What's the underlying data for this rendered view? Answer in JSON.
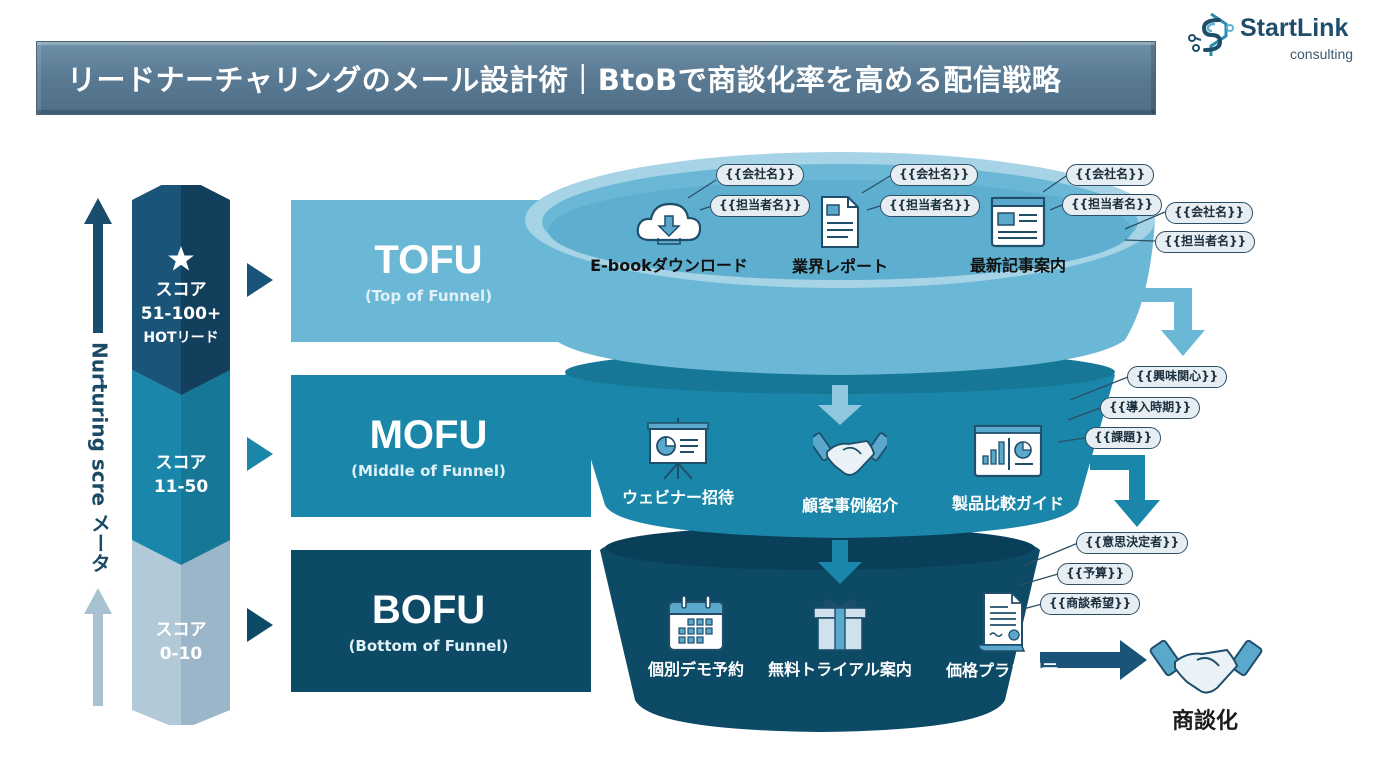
{
  "title": "リードナーチャリングのメール設計術｜BtoBで商談化率を高める配信戦略",
  "logo": {
    "name": "StartLink",
    "subtitle": "consulting",
    "icon": "circuit-s-logo-icon"
  },
  "score_meter": {
    "label": "Nurturing scre メータ",
    "levels": [
      {
        "icon": "star-icon",
        "line1": "スコア",
        "line2": "51-100+",
        "line3": "HOTリード",
        "color": "#1a4d6b"
      },
      {
        "line1": "スコア",
        "line2": "11-50",
        "color": "#1a7ea0"
      },
      {
        "line1": "スコア",
        "line2": "0-10",
        "color": "#a9c2d2"
      }
    ]
  },
  "colors": {
    "tofu": "#6bb8d6",
    "mofu": "#1a87aa",
    "bofu": "#0d4a66",
    "title_bg": "#5a7a93",
    "tag_bg": "#e6eef3"
  },
  "stages": [
    {
      "name": "TOFU",
      "subtitle": "(Top of Funnel)",
      "items": [
        {
          "icon": "cloud-download-icon",
          "label": "E-bookダウンロード"
        },
        {
          "icon": "document-icon",
          "label": "業界レポート"
        },
        {
          "icon": "browser-article-icon",
          "label": "最新記事案内"
        }
      ],
      "tags": [
        "{{会社名}}",
        "{{担当者名}}",
        "{{会社名}}",
        "{{担当者名}}",
        "{{会社名}}",
        "{{担当者名}}",
        "{{会社名}}",
        "{{担当者名}}"
      ]
    },
    {
      "name": "MOFU",
      "subtitle": "(Middle of Funnel)",
      "items": [
        {
          "icon": "presentation-board-icon",
          "label": "ウェビナー招待"
        },
        {
          "icon": "handshake-icon",
          "label": "顧客事例紹介"
        },
        {
          "icon": "dashboard-chart-icon",
          "label": "製品比較ガイド"
        }
      ],
      "tags": [
        "{{興味関心}}",
        "{{導入時期}}",
        "{{課題}}"
      ]
    },
    {
      "name": "BOFU",
      "subtitle": "(Bottom of Funnel)",
      "items": [
        {
          "icon": "calendar-icon",
          "label": "個別デモ予約"
        },
        {
          "icon": "gift-icon",
          "label": "無料トライアル案内"
        },
        {
          "icon": "contract-icon",
          "label": "価格プラン提示"
        }
      ],
      "tags": [
        "{{意思決定者}}",
        "{{予算}}",
        "{{商談希望}}"
      ]
    }
  ],
  "outcome": {
    "icon": "handshake-icon",
    "label": "商談化"
  }
}
